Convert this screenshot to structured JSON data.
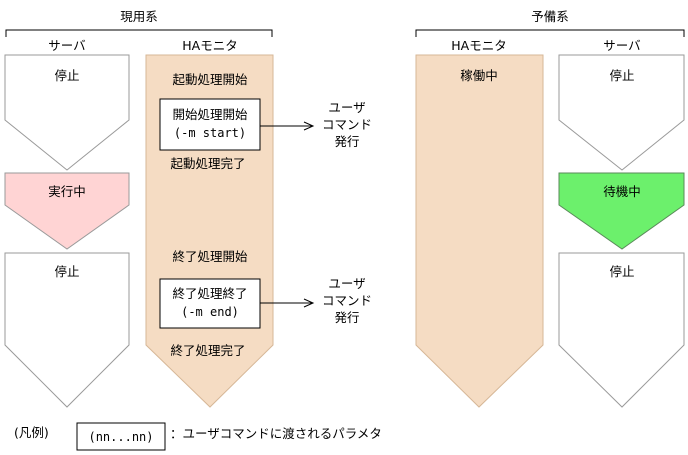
{
  "diagram": {
    "active_system_label": "現用系",
    "standby_system_label": "予備系",
    "active": {
      "server_header": "サーバ",
      "monitor_header": "HAモニタ",
      "server_states": {
        "stop_top": "停止",
        "running": "実行中",
        "stop_bottom": "停止"
      },
      "monitor_steps": {
        "start_begin": "起動処理開始",
        "start_box_line1": "開始処理開始",
        "start_box_line2": "(-m start)",
        "start_done": "起動処理完了",
        "end_begin": "終了処理開始",
        "end_box_line1": "終了処理終了",
        "end_box_line2": "(-m end)",
        "end_done": "終了処理完了"
      },
      "user_command_top": [
        "ユーザ",
        "コマンド",
        "発行"
      ],
      "user_command_bottom": [
        "ユーザ",
        "コマンド",
        "発行"
      ]
    },
    "standby": {
      "monitor_header": "HAモニタ",
      "server_header": "サーバ",
      "monitor_state": "稼働中",
      "server_states": {
        "stop_top": "停止",
        "waiting": "待機中",
        "stop_bottom": "停止"
      }
    },
    "legend": {
      "title": "(凡例)",
      "box_text": "(nn...nn)",
      "description": "：ユーザコマンドに渡されるパラメタ"
    },
    "colors": {
      "monitor_fill": "#f5dcc3",
      "monitor_stroke": "#d6b797",
      "running_fill": "#ffd4d4",
      "waiting_fill": "#6cf06c",
      "outline": "#9a9a9a"
    }
  }
}
